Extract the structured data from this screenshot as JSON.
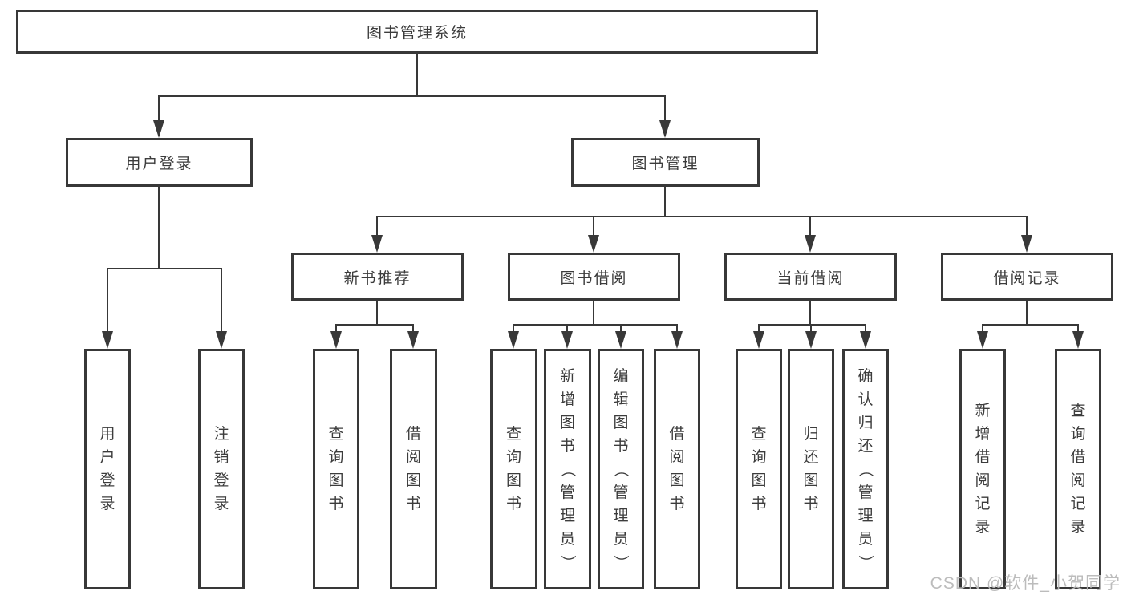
{
  "colors": {
    "line": "#383838",
    "text": "#3c3c3c",
    "bg": "#ffffff",
    "watermark": "#b9b9b9"
  },
  "watermark": {
    "text": "CSDN @软件_小贺同学"
  },
  "tree": {
    "label": "图书管理系统",
    "children": [
      {
        "label": "用户登录",
        "children": [
          {
            "label": "用户登录"
          },
          {
            "label": "注销登录"
          }
        ]
      },
      {
        "label": "图书管理",
        "children": [
          {
            "label": "新书推荐",
            "children": [
              {
                "label": "查询图书"
              },
              {
                "label": "借阅图书"
              }
            ]
          },
          {
            "label": "图书借阅",
            "children": [
              {
                "label": "查询图书"
              },
              {
                "label": "新增图书（管理员）"
              },
              {
                "label": "编辑图书（管理员）"
              },
              {
                "label": "借阅图书"
              }
            ]
          },
          {
            "label": "当前借阅",
            "children": [
              {
                "label": "查询图书"
              },
              {
                "label": "归还图书"
              },
              {
                "label": "确认归还（管理员）"
              }
            ]
          },
          {
            "label": "借阅记录",
            "children": [
              {
                "label": "新增借阅记录"
              },
              {
                "label": "查询借阅记录"
              }
            ]
          }
        ]
      }
    ]
  }
}
